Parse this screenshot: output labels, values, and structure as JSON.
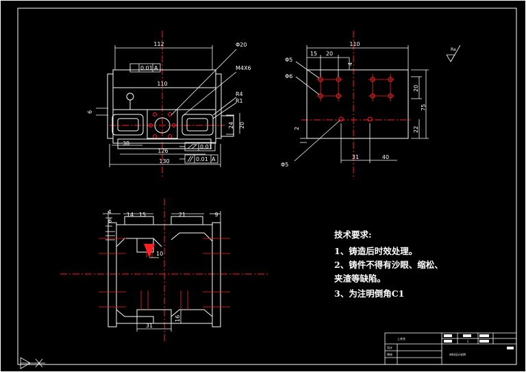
{
  "drawing": {
    "top_view": {
      "dims": {
        "overall_top": "112",
        "inner_110": "110",
        "dia20": "Φ20",
        "thread": "M4X6",
        "r4": "R4",
        "r1": "R1",
        "dim_6": "6",
        "dim_24": "24",
        "dim_20": "20",
        "dim_38": "38",
        "dim_126": "126",
        "dim_130": "130"
      },
      "tolerance1": {
        "value": "0.01",
        "datum": "A"
      },
      "tolerance2": {
        "value": "0.01"
      },
      "tolerance3": {
        "value": "0.01",
        "datum": "A"
      }
    },
    "side_view": {
      "dims": {
        "width_110": "110",
        "d15": "15",
        "d20": "20",
        "d4": "4",
        "d20_right": "20",
        "d75": "75",
        "d22": "22",
        "d2": "2",
        "d31": "31",
        "d40": "40",
        "phi5_a": "Φ5",
        "phi6": "Φ6",
        "phi5_b": "Φ5"
      }
    },
    "bottom_view": {
      "dims": {
        "d4": "4",
        "d6": "6",
        "d14": "14",
        "d15": "15",
        "d21": "21",
        "d9": "9",
        "d10": "10",
        "d31": "31",
        "d16": "16"
      }
    },
    "roughness_symbol": "Ra",
    "technical_requirements": {
      "heading": "技术要求:",
      "lines": [
        "1、铸造后时效处理。",
        "2、铸件不得有沙眼、缩松、",
        "夹渣等缺陷。",
        "3、为注明倒角C1"
      ]
    },
    "title_block": {
      "part_name": "上夹合",
      "school_label": "材料设计说明",
      "quantity": "1",
      "designer_label": "设计",
      "checker_label": "审核"
    }
  }
}
